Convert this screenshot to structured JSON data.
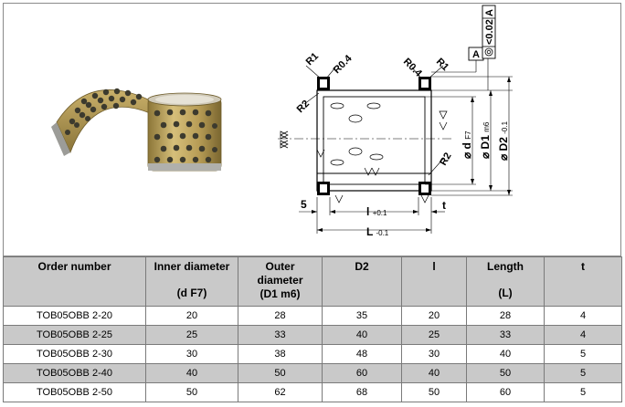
{
  "drawing": {
    "labels": {
      "r1_left": "R1",
      "r04_left": "R0.4",
      "r04_right": "R0.4",
      "r1_right": "R1",
      "r2_top": "R2",
      "r2_bottom": "R2",
      "datum_a": "A",
      "tolerance": "<0.02",
      "tolerance_ref": "A",
      "dim_5": "5",
      "dim_l": "l",
      "dim_l_tol": "+0.1",
      "dim_L": "L",
      "dim_L_tol": "-0.1",
      "dim_t": "t",
      "dim_d": "d",
      "dim_d_tol": "F7",
      "dim_d1": "D1",
      "dim_d1_tol": "m6",
      "dim_d2": "D2",
      "dim_d2_tol": "-0.1"
    },
    "colors": {
      "bushing_bronze": "#b89a4e",
      "hole_dark": "#3c3a2e",
      "steel": "#c8c8c4"
    }
  },
  "table": {
    "headers": {
      "order": "Order number",
      "inner_l1": "Inner diameter",
      "inner_l2": "(d F7)",
      "outer_l1": "Outer",
      "outer_l2": "diameter",
      "outer_l3": "(D1 m6)",
      "d2": "D2",
      "l": "l",
      "length_l1": "Length",
      "length_l2": "(L)",
      "t": "t"
    },
    "rows": [
      {
        "order": "TOB05OBB 2-20",
        "inner": "20",
        "outer": "28",
        "d2": "35",
        "l": "20",
        "length": "28",
        "t": "4"
      },
      {
        "order": "TOB05OBB 2-25",
        "inner": "25",
        "outer": "33",
        "d2": "40",
        "l": "25",
        "length": "33",
        "t": "4"
      },
      {
        "order": "TOB05OBB 2-30",
        "inner": "30",
        "outer": "38",
        "d2": "48",
        "l": "30",
        "length": "40",
        "t": "5"
      },
      {
        "order": "TOB05OBB 2-40",
        "inner": "40",
        "outer": "50",
        "d2": "60",
        "l": "40",
        "length": "50",
        "t": "5"
      },
      {
        "order": "TOB05OBB 2-50",
        "inner": "50",
        "outer": "62",
        "d2": "68",
        "l": "50",
        "length": "60",
        "t": "5"
      }
    ],
    "colors": {
      "header_bg": "#c9c9c9",
      "border": "#7a7a7a"
    }
  }
}
